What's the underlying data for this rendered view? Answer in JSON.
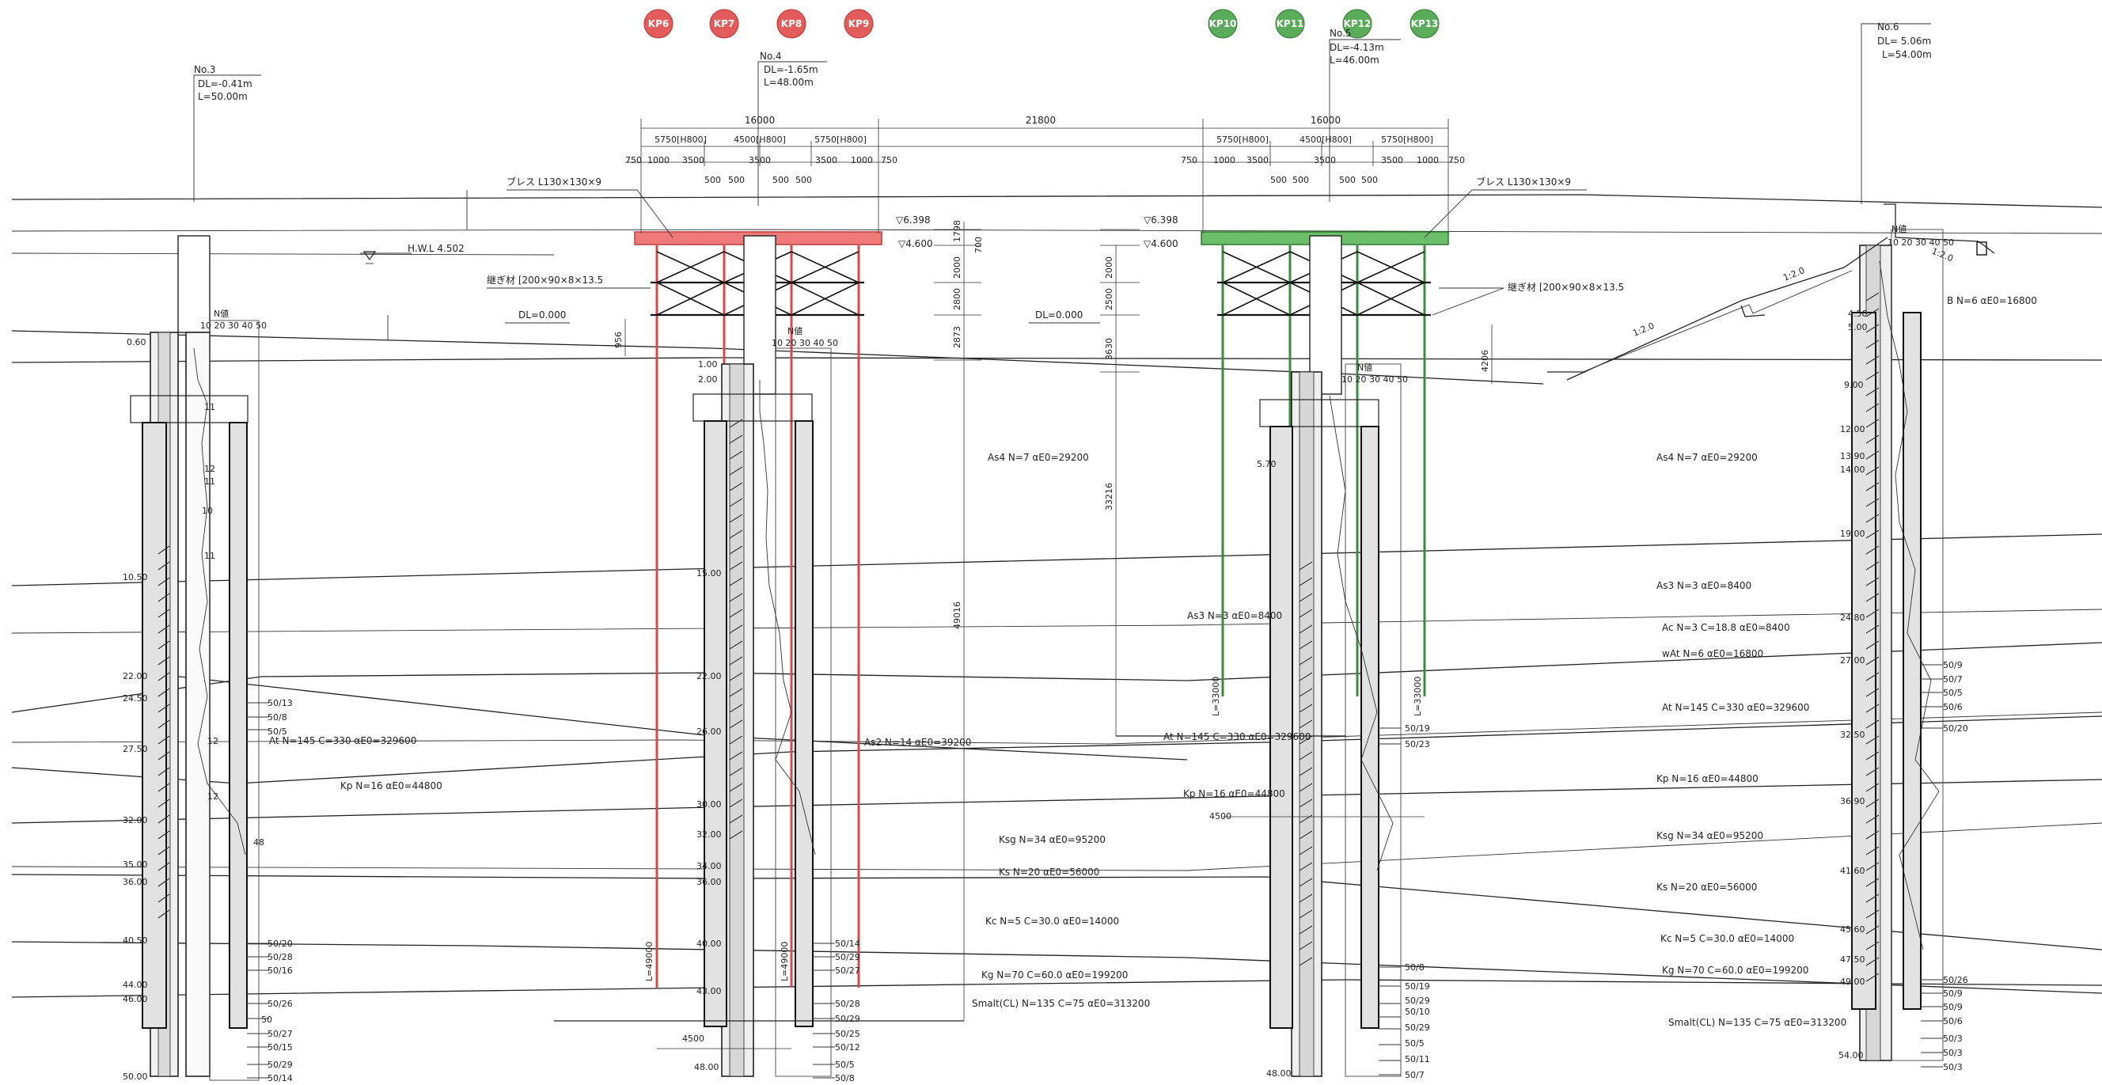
{
  "badges": {
    "red": [
      "KP6",
      "KP7",
      "KP8",
      "KP9"
    ],
    "green": [
      "KP10",
      "KP11",
      "KP12",
      "KP13"
    ],
    "red_color": "#e25c5c",
    "green_color": "#5aab5a"
  },
  "boreholes": [
    {
      "no": "No.3",
      "dl": "DL=-0.41m",
      "len": "L=50.00m",
      "nlabel": "N値",
      "nscale": "10 20 30 40 50"
    },
    {
      "no": "No.4",
      "dl": "DL=-1.65m",
      "len": "L=48.00m",
      "nlabel": "N値",
      "nscale": "10 20 30 40 50"
    },
    {
      "no": "No.5",
      "dl": "DL=-4.13m",
      "len": "L=46.00m",
      "nlabel": "N値",
      "nscale": "10 20 30 40 50"
    },
    {
      "no": "No.6",
      "dl": "DL= 5.06m",
      "len": "L=54.00m",
      "nlabel": "N値",
      "nscale": "10 20 30 40 50"
    }
  ],
  "structure": {
    "total_width": "16000",
    "span_between": "21800",
    "module_left": "5750[H800]",
    "module_mid": "4500[H800]",
    "module_right": "5750[H800]",
    "sub_dims": [
      "750",
      "1000",
      "3500",
      "500",
      "500",
      "3500",
      "500",
      "500",
      "3500",
      "1000",
      "750"
    ],
    "brace": "ブレス L130×130×9",
    "joint": "継ぎ材  [200×90×8×13.5",
    "top_level": "▽6.398",
    "deck_level": "▽4.600",
    "dl_zero": "DL=0.000",
    "hwl": "H.W.L 4.502",
    "vert_dims": [
      "1798",
      "700",
      "2000",
      "2800",
      "2873",
      "2000",
      "2500",
      "3630",
      "956",
      "4206"
    ],
    "long_dim_left": "49016",
    "long_dim_right": "33216",
    "pile_len_red": "L=49000",
    "pile_len_green": "L=33000",
    "bottom_dim": "4500"
  },
  "depths": {
    "bh3": [
      "0.60",
      "10.50",
      "22.00",
      "24.50",
      "27.50",
      "32.00",
      "35.00",
      "36.00",
      "40.50",
      "44.00",
      "46.00",
      "50.00"
    ],
    "bh4": [
      "1.00",
      "2.00",
      "15.00",
      "22.00",
      "26.00",
      "30.00",
      "32.00",
      "34.00",
      "36.00",
      "40.00",
      "43.00",
      "48.00"
    ],
    "bh5": [
      "5.70",
      "48.00"
    ],
    "bh6": [
      "4.50",
      "5.00",
      "9.00",
      "12.00",
      "13.90",
      "14.00",
      "19.00",
      "24.80",
      "27.00",
      "32.50",
      "36.90",
      "41.60",
      "45.60",
      "47.50",
      "49.00",
      "54.00"
    ]
  },
  "n_values_bh3": [
    "11",
    "12",
    "11",
    "10",
    "11",
    "12",
    "12",
    "48"
  ],
  "spt_labels": {
    "bh3": [
      "50/13",
      "50/8",
      "50/5",
      "50/20",
      "50/28",
      "50/16",
      "50/26",
      "50",
      "50/27",
      "50/15",
      "50/29",
      "50/14"
    ],
    "bh4": [
      "50/14",
      "50/29",
      "50/27",
      "50/28",
      "50/29",
      "50/25",
      "50/12",
      "50/5",
      "50/8"
    ],
    "bh5": [
      "50/19",
      "50/23",
      "50/8",
      "50/19",
      "50/29",
      "50/10",
      "50/29",
      "50/5",
      "50/11",
      "50/7"
    ],
    "bh6": [
      "50/9",
      "50/7",
      "50/5",
      "50/6",
      "50/20",
      "50/26",
      "50/9",
      "50/9",
      "50/6",
      "50/3",
      "50/3",
      "50/3"
    ]
  },
  "layers": {
    "as4_mid": "As4 N=7  αE0=29200",
    "as4_right": "As4 N=7  αE0=29200",
    "as3_right": "As3 N=3  αE0=8400",
    "as3_mid": "As3 N=3  αE0=8400",
    "ac_right": "Ac N=3 C=18.8 αE0=8400",
    "wat_right": "wAt N=6  αE0=16800",
    "at_left": "At N=145 C=330  αE0=329600",
    "at_mid": "At N=145 C=330  αE0=329600",
    "at_right": "At N=145 C=330  αE0=329600",
    "as2_mid": "As2 N=14  αE0=39200",
    "kp_left": "Kp N=16  αE0=44800",
    "kp_mid": "Kp N=16  αE0=44800",
    "kp_right": "Kp N=16  αE0=44800",
    "ksg_mid": "Ksg N=34  αE0=95200",
    "ksg_right": "Ksg N=34  αE0=95200",
    "ks_mid": "Ks N=20  αE0=56000",
    "ks_right": "Ks N=20  αE0=56000",
    "kc_mid": "Kc N=5 C=30.0  αE0=14000",
    "kc_right": "Kc N=5 C=30.0  αE0=14000",
    "kg_mid": "Kg N=70 C=60.0  αE0=199200",
    "kg_right": "Kg N=70 C=60.0  αE0=199200",
    "smalt_mid": "Smalt(CL) N=135 C=75  αE0=313200",
    "smalt_right": "Smalt(CL) N=135 C=75  αE0=313200",
    "bs_right": "B N=6  αE0=16800"
  },
  "slope_labels": [
    "1:2.0",
    "1:2.0",
    "1:2.0"
  ]
}
